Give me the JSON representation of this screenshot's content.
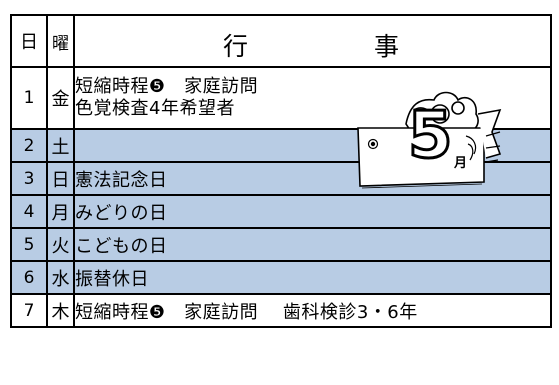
{
  "header": {
    "day": "日",
    "weekday": "曜",
    "event_a": "行",
    "event_b": "事"
  },
  "rows": [
    {
      "day": "1",
      "weekday": "金",
      "event_line1": "短縮時程❺　家庭訪問",
      "event_line2": "色覚検査4年希望者",
      "shaded": false
    },
    {
      "day": "2",
      "weekday": "土",
      "event": "",
      "shaded": true
    },
    {
      "day": "3",
      "weekday": "日",
      "event": "憲法記念日",
      "shaded": true
    },
    {
      "day": "4",
      "weekday": "月",
      "event": "みどりの日",
      "shaded": true
    },
    {
      "day": "5",
      "weekday": "火",
      "event": "こどもの日",
      "shaded": true
    },
    {
      "day": "6",
      "weekday": "水",
      "event": "振替休日",
      "shaded": true
    },
    {
      "day": "7",
      "weekday": "木",
      "event": "短縮時程❺　家庭訪問　 歯科検診3・6年",
      "shaded": false
    }
  ],
  "colors": {
    "shade": "#b8cce4",
    "border": "#000000"
  },
  "illustration": {
    "month_number": "5",
    "month_unit": "月",
    "icon": "may-calendar-carp-icon"
  }
}
